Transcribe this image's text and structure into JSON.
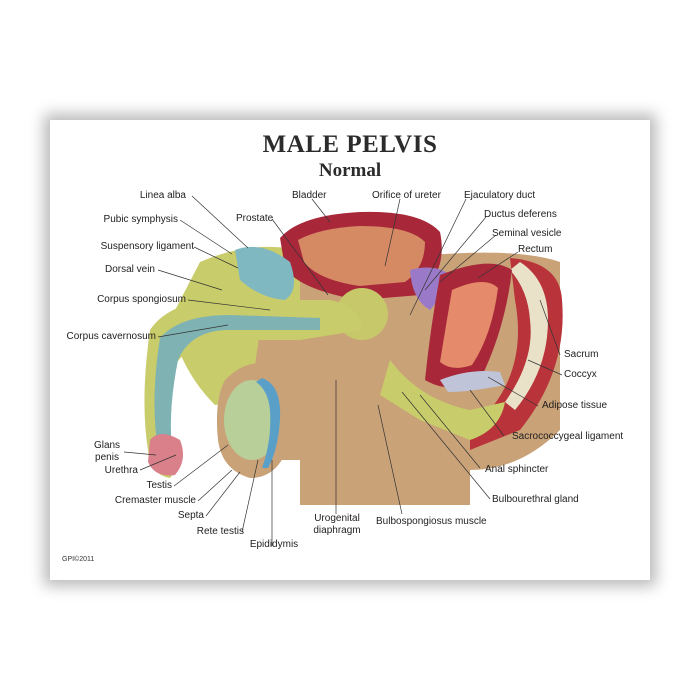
{
  "title": "MALE PELVIS",
  "subtitle": "Normal",
  "copyright": "GPI©2011",
  "labels": {
    "linea_alba": "Linea alba",
    "pubic_symphysis": "Pubic symphysis",
    "suspensory_ligament": "Suspensory ligament",
    "dorsal_vein": "Dorsal vein",
    "corpus_spongiosum": "Corpus spongiosum",
    "corpus_cavernosum": "Corpus cavernosum",
    "glans_penis_1": "Glans",
    "glans_penis_2": "penis",
    "urethra": "Urethra",
    "testis": "Testis",
    "cremaster_muscle": "Cremaster muscle",
    "septa": "Septa",
    "rete_testis": "Rete testis",
    "epididymis": "Epididymis",
    "urogenital_1": "Urogenital",
    "urogenital_2": "diaphragm",
    "bulbospongiosus": "Bulbospongiosus muscle",
    "prostate": "Prostate",
    "bladder": "Bladder",
    "orifice_ureter": "Orifice of ureter",
    "ejaculatory_duct": "Ejaculatory duct",
    "ductus_deferens": "Ductus deferens",
    "seminal_vesicle": "Seminal vesicle",
    "rectum": "Rectum",
    "sacrum": "Sacrum",
    "coccyx": "Coccyx",
    "adipose_tissue": "Adipose tissue",
    "sacrococcygeal": "Sacrococcygeal ligament",
    "anal_sphincter": "Anal sphincter",
    "bulbourethral": "Bulbourethral gland"
  },
  "colors": {
    "skin": "#c9a278",
    "fat": "#c9cc6a",
    "muscle": "#c8604a",
    "bladder_wall": "#a8283a",
    "bladder_inner": "#d58a64",
    "penis_tissue": "#7fb3b3",
    "testis": "#b8cf9a",
    "leader_line": "#333333"
  }
}
